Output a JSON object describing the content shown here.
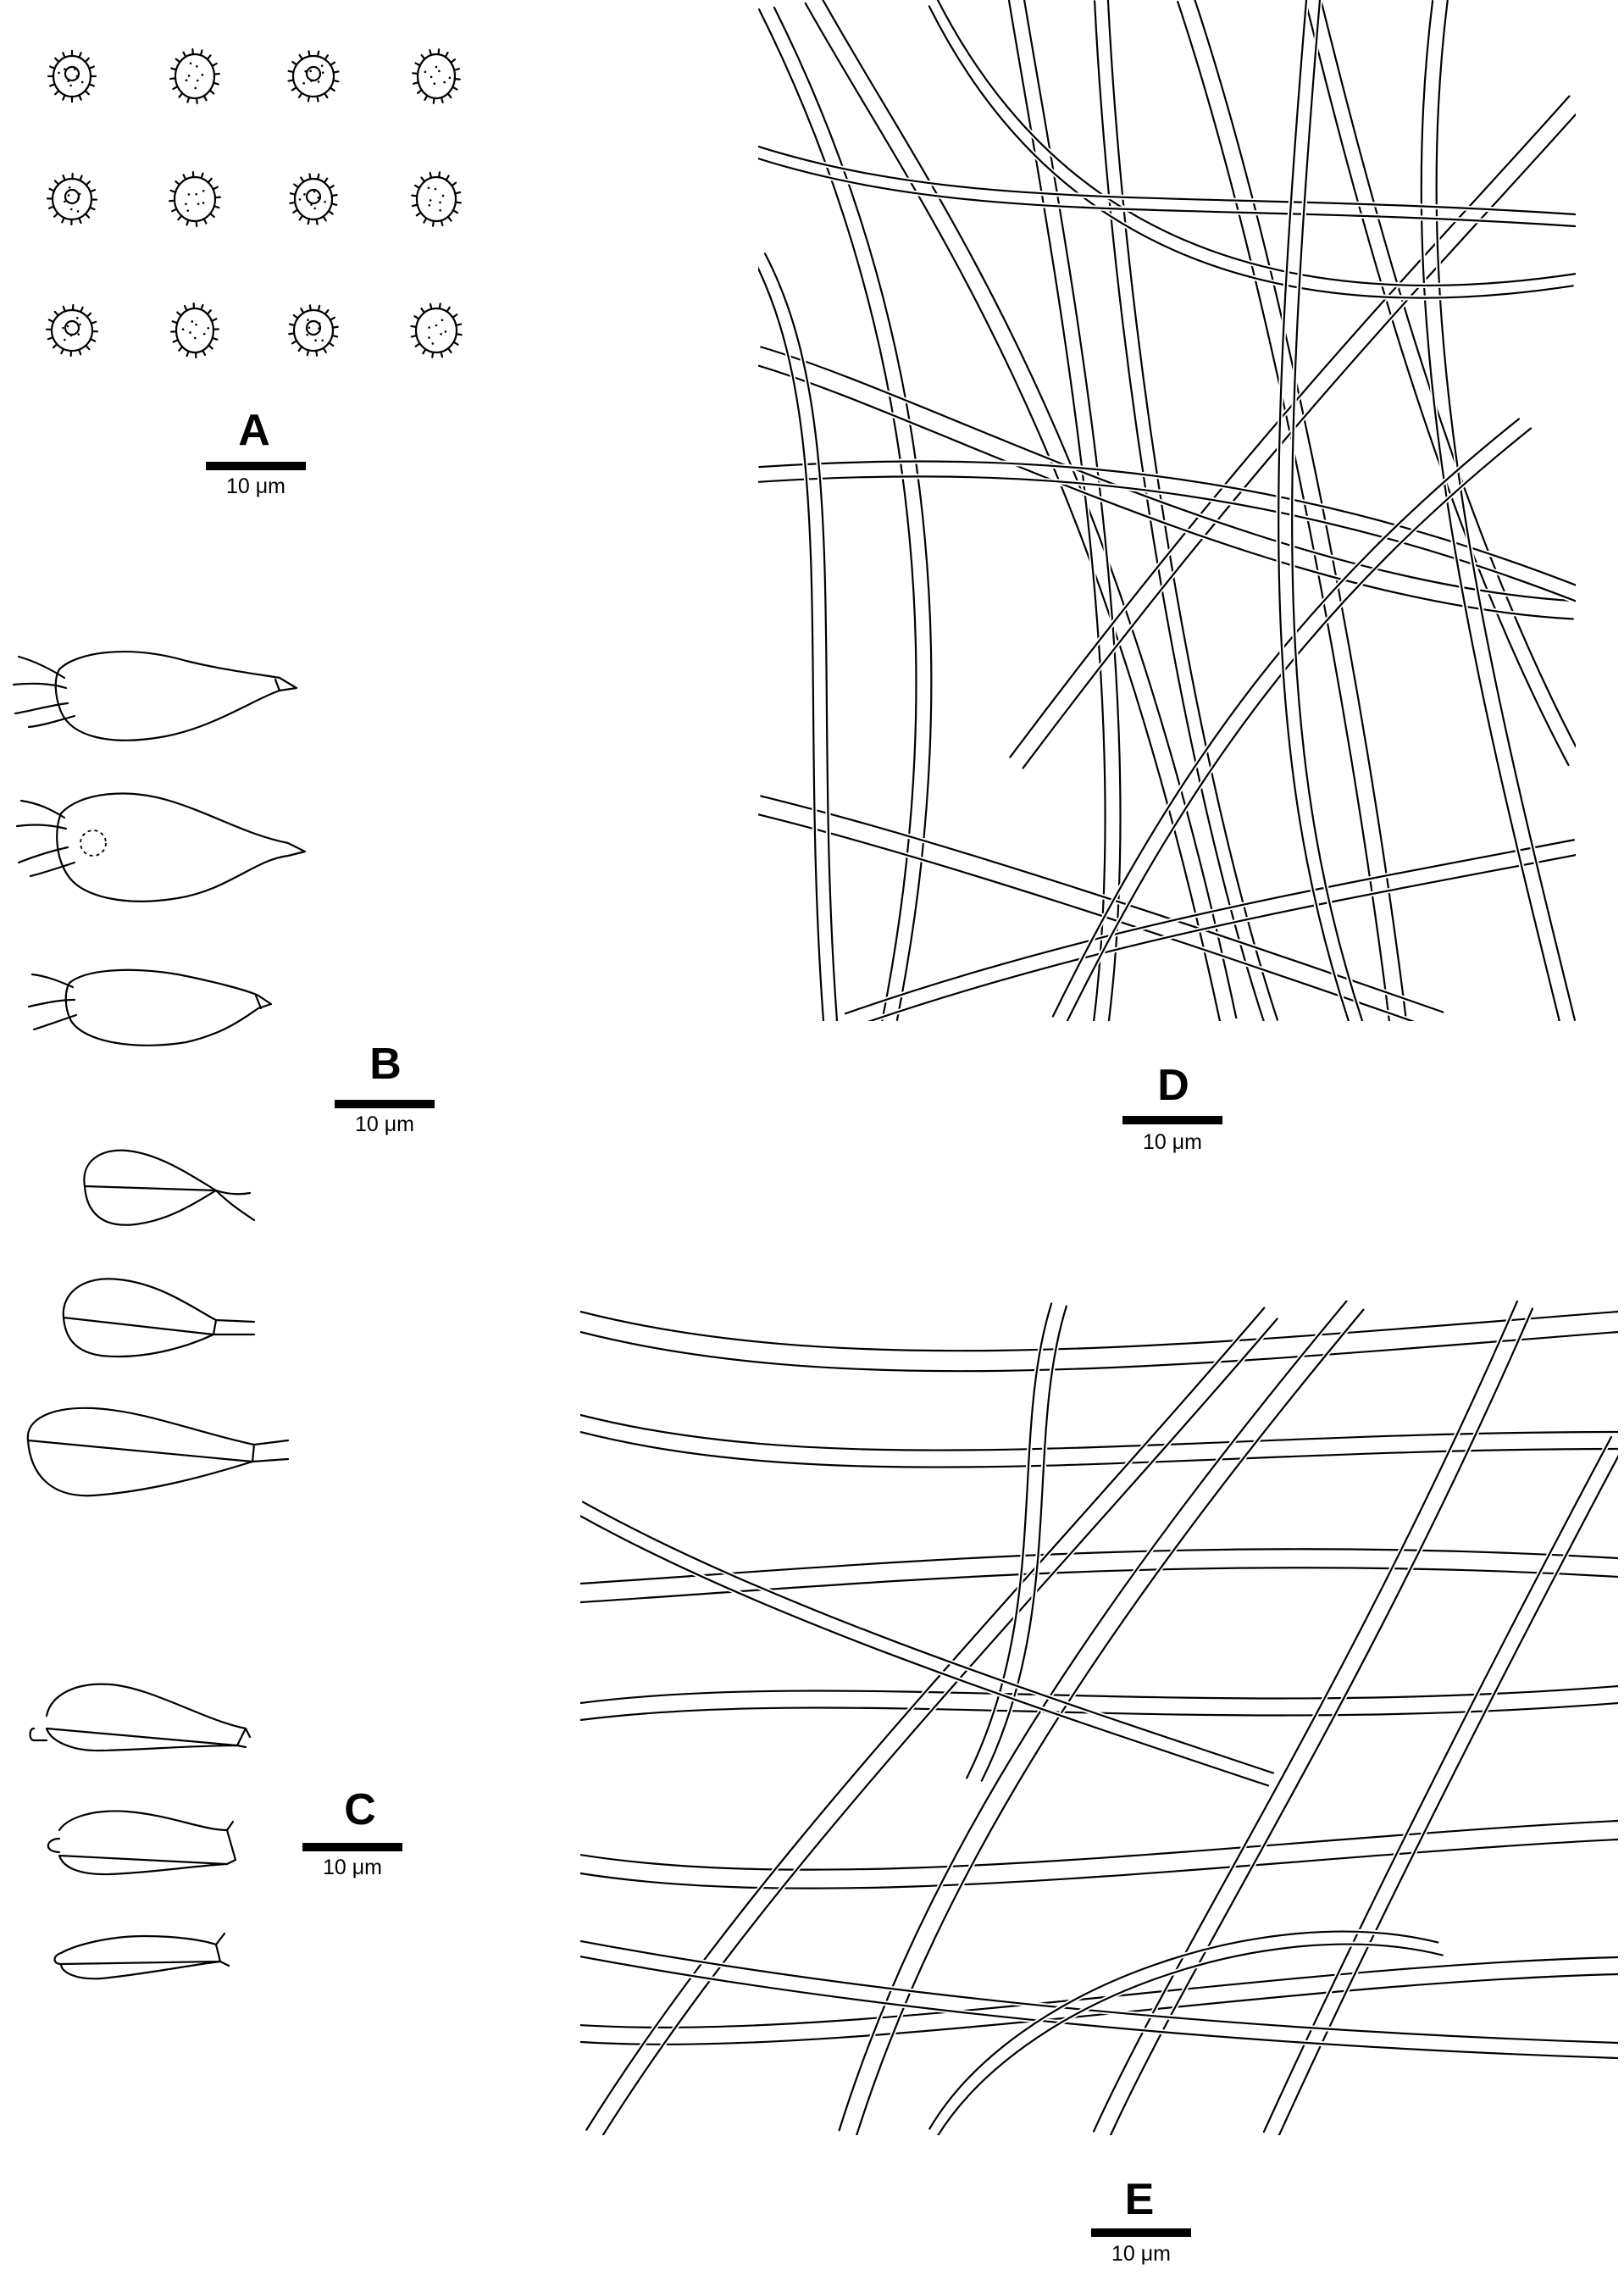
{
  "figure": {
    "panels": [
      {
        "letter": "A",
        "scale_text": "10 μm",
        "subject": "spore-drawings"
      },
      {
        "letter": "B",
        "scale_text": "10 μm",
        "subject": "basidium-drawings"
      },
      {
        "letter": "C",
        "scale_text": "10 μm",
        "subject": "basidiole-and-cystidiole-drawings"
      },
      {
        "letter": "D",
        "scale_text": "10 μm",
        "subject": "hyphae-drawing"
      },
      {
        "letter": "E",
        "scale_text": "10 μm",
        "subject": "hyphae-drawing"
      }
    ]
  },
  "colors": {
    "ink": "#000000",
    "background": "#ffffff"
  }
}
